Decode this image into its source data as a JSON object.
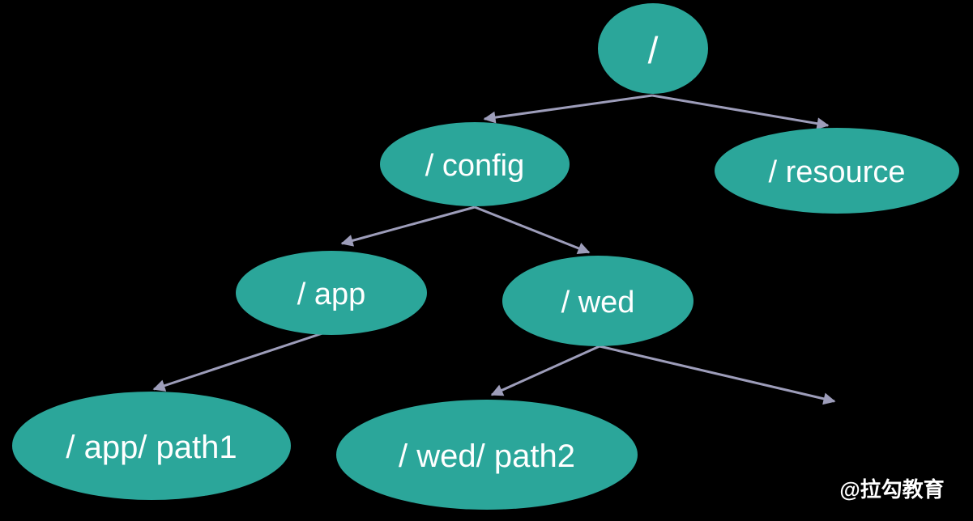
{
  "diagram": {
    "type": "tree",
    "description": "URL path hierarchy tree",
    "nodes": [
      {
        "id": "root",
        "label": "/"
      },
      {
        "id": "config",
        "label": "/ config"
      },
      {
        "id": "resource",
        "label": "/ resource"
      },
      {
        "id": "app",
        "label": "/ app"
      },
      {
        "id": "wed",
        "label": "/ wed"
      },
      {
        "id": "app-path1",
        "label": "/ app/ path1"
      },
      {
        "id": "wed-path2",
        "label": "/ wed/ path2"
      }
    ],
    "edges": [
      {
        "from": "root",
        "to": "config"
      },
      {
        "from": "root",
        "to": "resource"
      },
      {
        "from": "config",
        "to": "app"
      },
      {
        "from": "config",
        "to": "wed"
      },
      {
        "from": "app",
        "to": "app-path1"
      },
      {
        "from": "wed",
        "to": "wed-path2"
      },
      {
        "from": "wed",
        "to": "(unlabeled)"
      }
    ],
    "colors": {
      "node_fill": "#2BA69A",
      "node_text": "#FFFFFF",
      "arrow": "#9D9DBA",
      "background": "#000000"
    }
  },
  "watermark": {
    "text": "@拉勾教育"
  }
}
